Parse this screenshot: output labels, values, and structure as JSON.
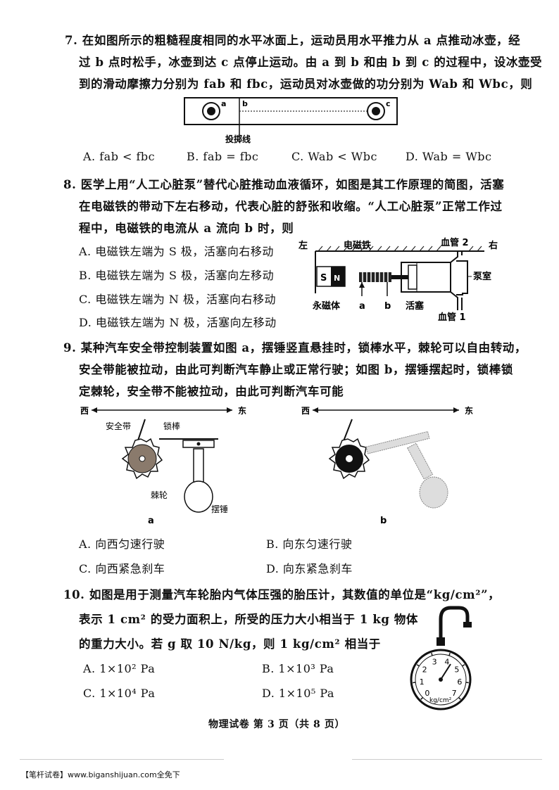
{
  "q7": {
    "lines": [
      "7. 在如图所示的粗糙程度相同的水平冰面上，运动员用水平推力从 a 点推动冰壶，经",
      "过 b 点时松手，冰壶到达 c 点停止运动。由 a 到 b 和由 b 到 c 的过程中，设冰壶受",
      "到的滑动摩擦力分别为 fab 和 fbc，运动员对冰壶做的功分别为 Wab 和 Wbc，则"
    ],
    "fig_labels": {
      "a": "a",
      "b": "b",
      "c": "c",
      "caption": "投掷线"
    },
    "options": [
      "A. fab < fbc",
      "B. fab = fbc",
      "C. Wab < Wbc",
      "D. Wab = Wbc"
    ]
  },
  "q8": {
    "lines": [
      "8. 医学上用“人工心脏泵”替代心脏推动血液循环，如图是其工作原理的简图，活塞",
      "在电磁铁的带动下左右移动，代表心脏的舒张和收缩。“人工心脏泵”正常工作过",
      "程中，电磁铁的电流从 a 流向 b 时，则"
    ],
    "options": [
      "A. 电磁铁左端为 S 极，活塞向右移动",
      "B. 电磁铁左端为 S 极，活塞向左移动",
      "C. 电磁铁左端为 N 极，活塞向右移动",
      "D. 电磁铁左端为 N 极，活塞向左移动"
    ],
    "fig_labels": {
      "left": "左",
      "right": "右",
      "electromagnet": "电磁铁",
      "vessel2": "血管 2",
      "pump": "泵室",
      "magnet": "永磁体",
      "a": "a",
      "b": "b",
      "piston": "活塞",
      "vessel1": "血管 1",
      "s": "S",
      "n": "N"
    }
  },
  "q9": {
    "lines": [
      "9. 某种汽车安全带控制装置如图 a，摆锤竖直悬挂时，锁棒水平，棘轮可以自由转动，",
      "安全带能被拉动，由此可判断汽车静止或正常行驶；如图 b，摆锤摆起时，锁棒锁",
      "定棘轮，安全带不能被拉动，由此可判断汽车可能"
    ],
    "fig_labels": {
      "west": "西",
      "east": "东",
      "belt": "安全带",
      "rod": "锁棒",
      "ratchet": "棘轮",
      "pendulum": "摆锤",
      "a": "a",
      "b": "b"
    },
    "options": [
      "A. 向西匀速行驶",
      "B. 向东匀速行驶",
      "C. 向西紧急刹车",
      "D. 向东紧急刹车"
    ]
  },
  "q10": {
    "lines": [
      "10. 如图是用于测量汽车轮胎内气体压强的胎压计，其数值的单位是“kg/cm²”，",
      "表示 1 cm² 的受力面积上，所受的压力大小相当于 1 kg 物体",
      "的重力大小。若 g 取 10 N/kg，则 1 kg/cm² 相当于"
    ],
    "options": [
      "A. 1×10² Pa",
      "B. 1×10³ Pa",
      "C. 1×10⁴ Pa",
      "D. 1×10⁵ Pa"
    ],
    "gauge": {
      "ticks": [
        "0",
        "1",
        "2",
        "3",
        "4",
        "5",
        "6",
        "7"
      ],
      "unit": "kg/cm²"
    }
  },
  "page_footer": "物理试卷 第 3 页（共 8 页）",
  "watermark": "【笔杆试卷】www.biganshijuan.com全免下"
}
